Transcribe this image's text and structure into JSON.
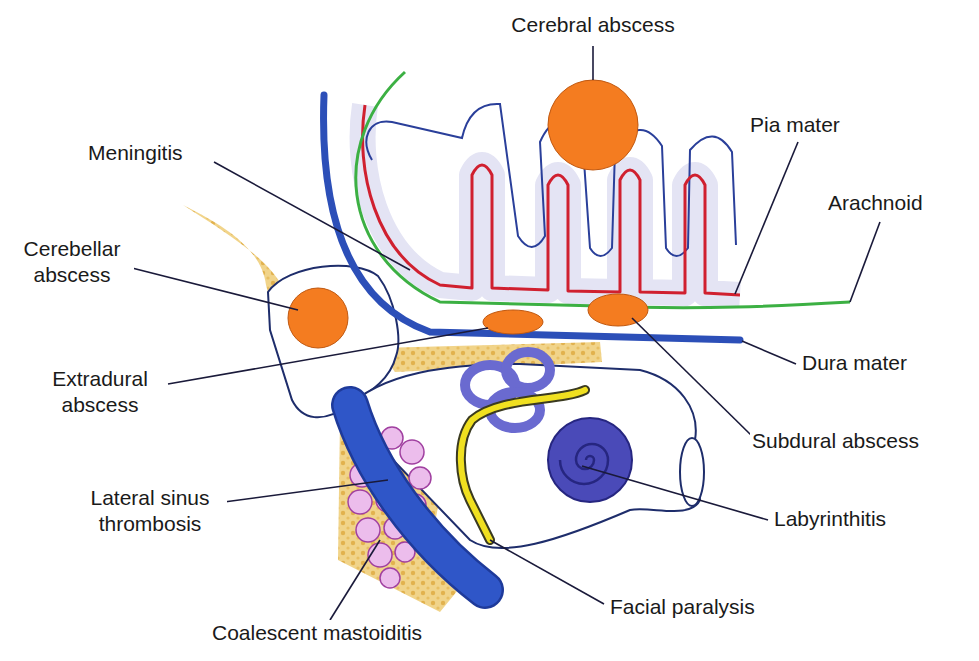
{
  "diagram": {
    "labels": [
      "Cerebral abscess",
      "Pia mater",
      "Arachnoid",
      "Meningitis",
      "Cerebellar abscess",
      "Extradural abscess",
      "Dura mater",
      "Subdural abscess",
      "Lateral sinus thrombosis",
      "Labyrinthitis",
      "Facial paralysis",
      "Coalescent mastoiditis"
    ]
  }
}
